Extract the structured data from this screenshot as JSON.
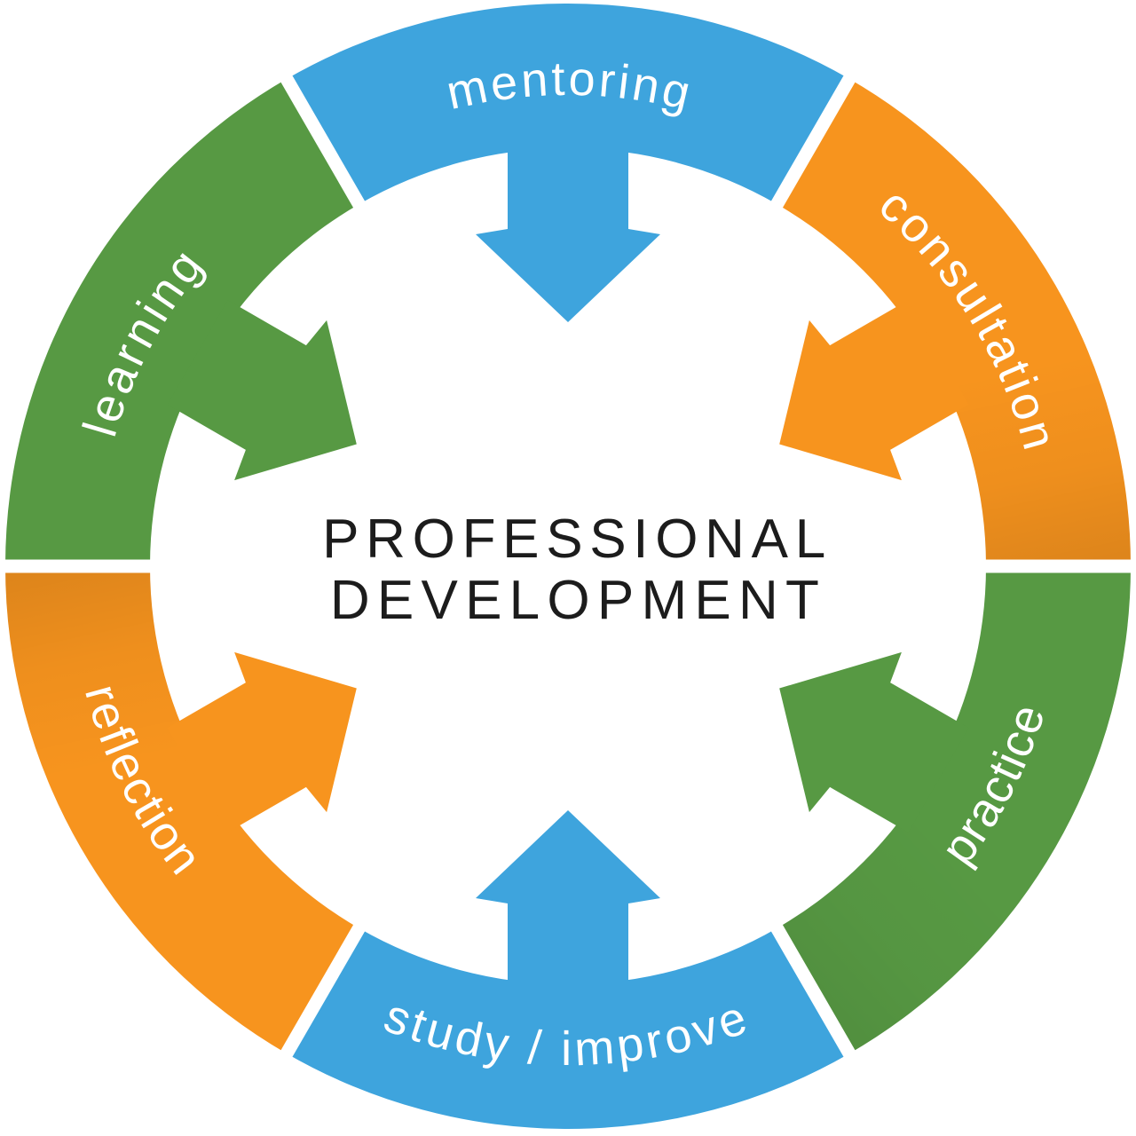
{
  "diagram_title": {
    "line1": "PROFESSIONAL",
    "line2": "DEVELOPMENT",
    "color": "#1C1C1C"
  },
  "segments": [
    {
      "id": "mentoring",
      "label": "mentoring",
      "color": "#3EA4DD"
    },
    {
      "id": "consultation",
      "label": "consultation",
      "color": "#F7941E"
    },
    {
      "id": "practice",
      "label": "practice",
      "color": "#579943"
    },
    {
      "id": "study-improve",
      "label": "study / improve",
      "color": "#3EA4DD"
    },
    {
      "id": "reflection",
      "label": "reflection",
      "color": "#F7941E"
    },
    {
      "id": "learning",
      "label": "learning",
      "color": "#579943"
    }
  ],
  "label_color": "#FFFFFF",
  "background": "#FFFFFF"
}
